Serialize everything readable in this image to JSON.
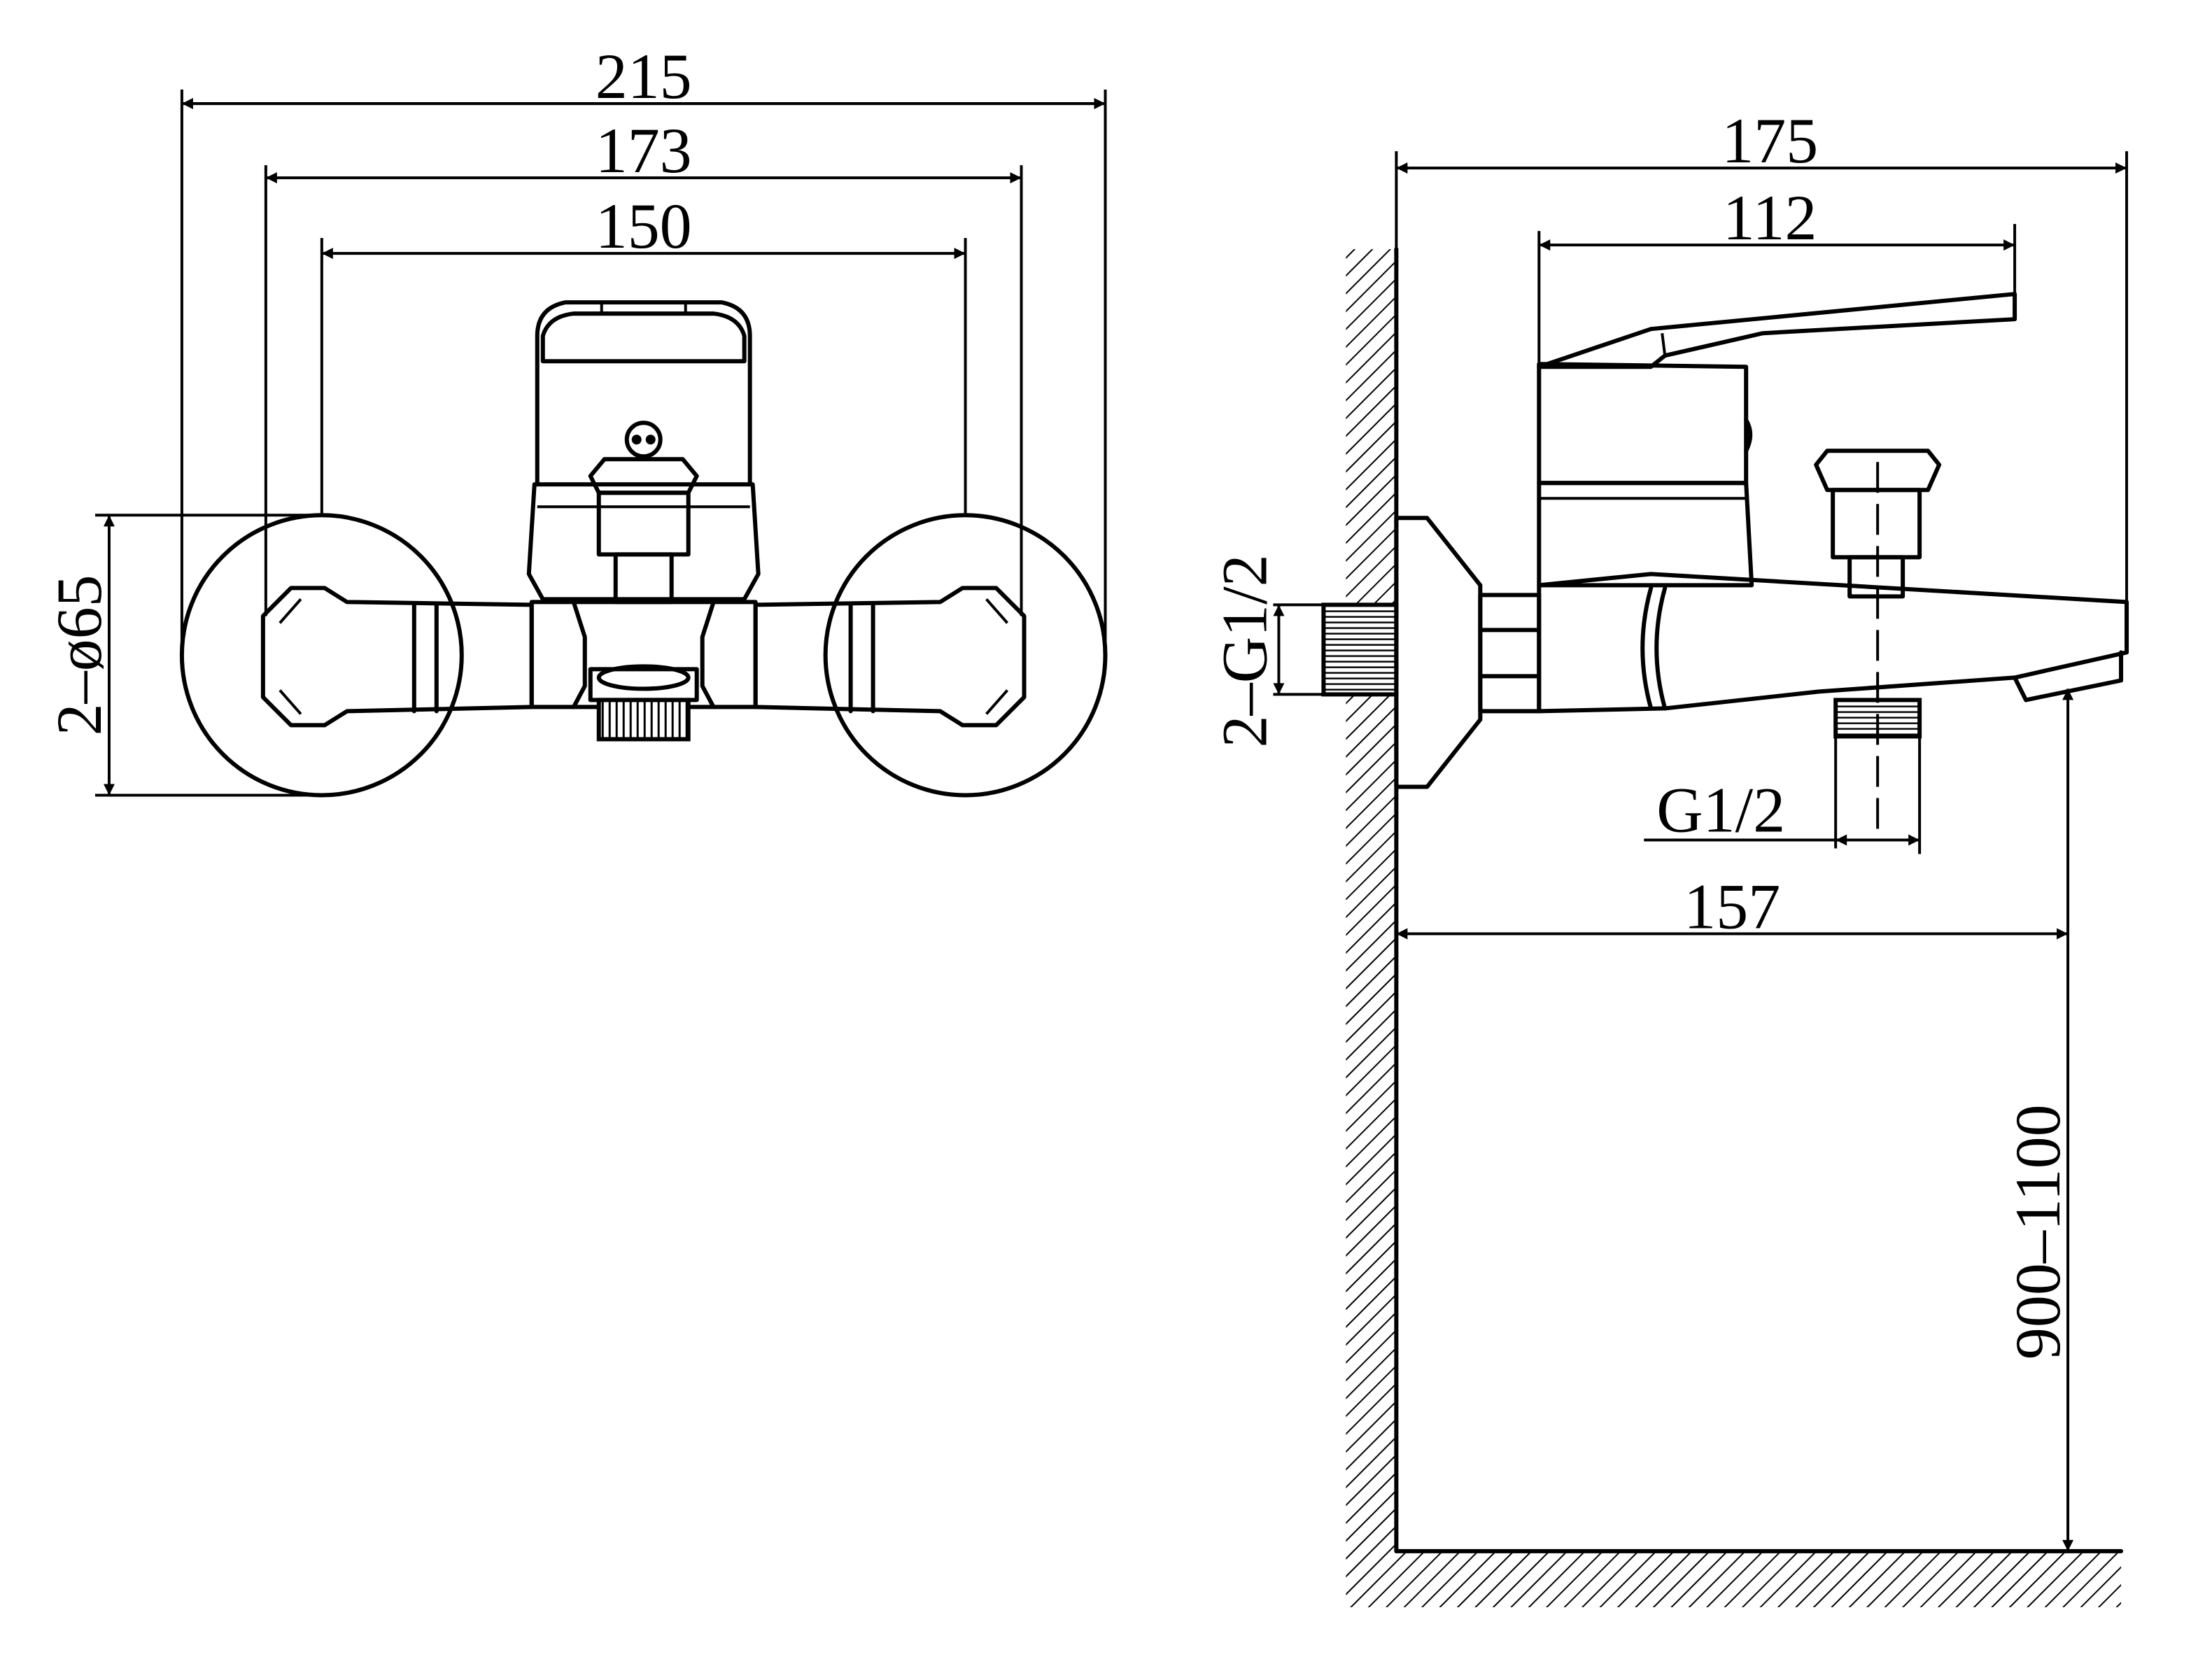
{
  "front_view": {
    "dims": {
      "overall_width": "215",
      "inlet_outer": "173",
      "inlet_inner": "150",
      "flange": "2–ø65"
    }
  },
  "side_view": {
    "dims": {
      "total_depth": "175",
      "lever": "112",
      "inlet_thread": "2–G1/2",
      "outlet_thread": "G1/2",
      "spout_reach": "157",
      "install_height": "900–1100"
    }
  }
}
